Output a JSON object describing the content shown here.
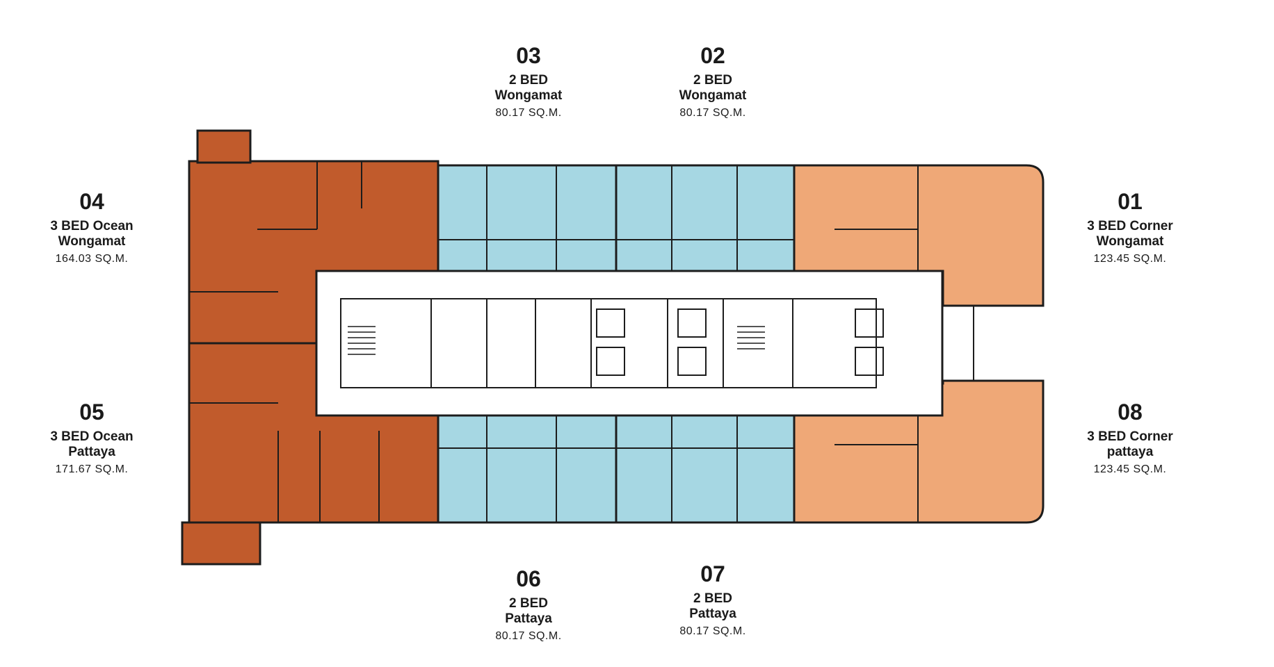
{
  "colors": {
    "ocean_unit": "#c15b2c",
    "corner_unit": "#efa877",
    "two_bed_unit": "#a6d7e3",
    "core": "#ffffff",
    "wall": "#1c1c1c"
  },
  "units": [
    {
      "id": "u03",
      "number": "03",
      "type": "2 BED",
      "location": "Wongamat",
      "area": "80.17 SQ.M.",
      "color_key": "two_bed_unit"
    },
    {
      "id": "u02",
      "number": "02",
      "type": "2 BED",
      "location": "Wongamat",
      "area": "80.17 SQ.M.",
      "color_key": "two_bed_unit"
    },
    {
      "id": "u04",
      "number": "04",
      "type": "3 BED Ocean",
      "location": "Wongamat",
      "area": "164.03 SQ.M.",
      "color_key": "ocean_unit"
    },
    {
      "id": "u01",
      "number": "01",
      "type": "3 BED Corner",
      "location": "Wongamat",
      "area": "123.45 SQ.M.",
      "color_key": "corner_unit"
    },
    {
      "id": "u05",
      "number": "05",
      "type": "3 BED Ocean",
      "location": "Pattaya",
      "area": "171.67 SQ.M.",
      "color_key": "ocean_unit"
    },
    {
      "id": "u08",
      "number": "08",
      "type": "3 BED Corner",
      "location": "pattaya",
      "area": "123.45 SQ.M.",
      "color_key": "corner_unit"
    },
    {
      "id": "u06",
      "number": "06",
      "type": "2 BED",
      "location": "Pattaya",
      "area": "80.17 SQ.M.",
      "color_key": "two_bed_unit"
    },
    {
      "id": "u07",
      "number": "07",
      "type": "2 BED",
      "location": "Pattaya",
      "area": "80.17 SQ.M.",
      "color_key": "two_bed_unit"
    }
  ]
}
